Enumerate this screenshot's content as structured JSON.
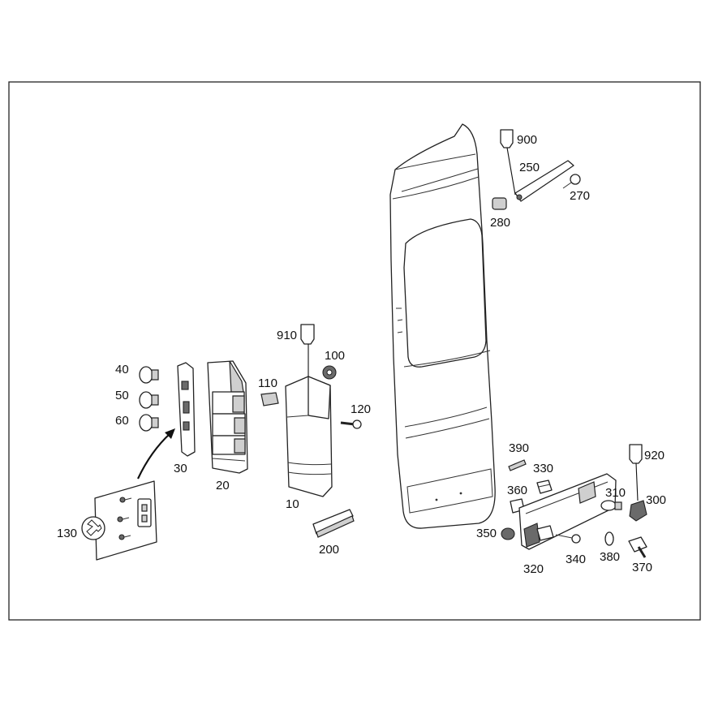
{
  "labels": {
    "p10": "10",
    "p20": "20",
    "p30": "30",
    "p40": "40",
    "p50": "50",
    "p60": "60",
    "p100": "100",
    "p110": "110",
    "p120": "120",
    "p130": "130",
    "p200": "200",
    "p250": "250",
    "p270": "270",
    "p280": "280",
    "p300": "300",
    "p310": "310",
    "p320": "320",
    "p330": "330",
    "p340": "340",
    "p350": "350",
    "p360": "360",
    "p370": "370",
    "p380": "380",
    "p390": "390",
    "p900": "900",
    "p910": "910",
    "p920": "920"
  },
  "icons": {
    "connector": "connector-icon",
    "tool": "wrench-icon"
  }
}
